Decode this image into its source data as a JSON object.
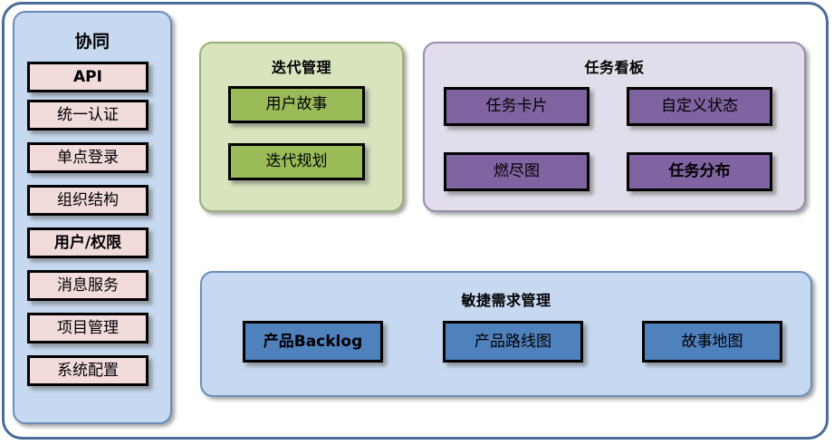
{
  "diagram": {
    "sidebar": {
      "title": "协同",
      "items": [
        {
          "label": "API",
          "emphasis": "bold"
        },
        {
          "label": "统一认证",
          "emphasis": "normal"
        },
        {
          "label": "单点登录",
          "emphasis": "normal"
        },
        {
          "label": "组织结构",
          "emphasis": "normal"
        },
        {
          "label": "用户/权限",
          "emphasis": "normal"
        },
        {
          "label": "消息服务",
          "emphasis": "normal"
        },
        {
          "label": "项目管理",
          "emphasis": "normal"
        },
        {
          "label": "系统配置",
          "emphasis": "normal"
        }
      ]
    },
    "iteration": {
      "title": "迭代管理",
      "items": [
        {
          "label": "用户故事"
        },
        {
          "label": "迭代规划"
        }
      ]
    },
    "taskboard": {
      "title": "任务看板",
      "items": [
        {
          "label": "任务卡片"
        },
        {
          "label": "自定义状态"
        },
        {
          "label": "燃尽图"
        },
        {
          "label": "任务分布"
        }
      ]
    },
    "agile": {
      "title": "敏捷需求管理",
      "items": [
        {
          "label": "产品Backlog"
        },
        {
          "label": "产品路线图"
        },
        {
          "label": "故事地图"
        }
      ]
    },
    "colors": {
      "frame_border": "#4A6C98",
      "panel_blue": "#C6D9F1",
      "panel_green": "#D7E4BD",
      "panel_purple": "#E2DDEA",
      "chip_pink": "#F2DCDB",
      "chip_green": "#9BBB59",
      "chip_purple": "#8064A2",
      "chip_blue": "#4F81BD",
      "chip_border": "#000000"
    }
  }
}
